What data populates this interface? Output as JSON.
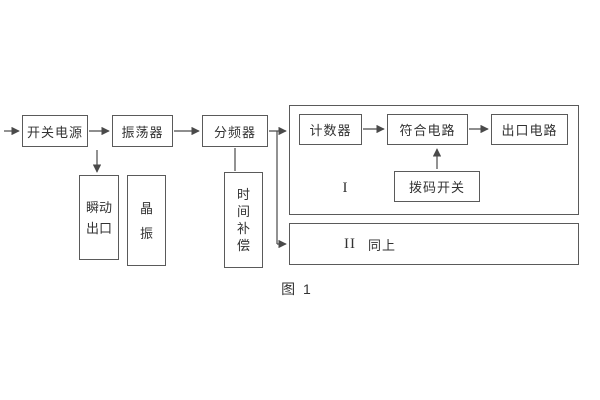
{
  "diagram": {
    "caption": "图 1",
    "blocks": {
      "power": "开关电源",
      "oscillator": "振荡器",
      "divider": "分频器",
      "counter": "计数器",
      "coincidence": "符合电路",
      "outlet": "出口电路",
      "dip": "拨码开关",
      "group1": "I",
      "group2_numeral": "II",
      "group2_text": "同上",
      "instant": [
        "瞬动",
        "出口"
      ],
      "crystal": [
        "晶",
        "振"
      ],
      "timecomp": [
        "时",
        "间",
        "补",
        "偿"
      ]
    },
    "colors": {
      "line": "#4a4a4a",
      "box_border": "#5a5a5a",
      "text": "#333333",
      "background": "#ffffff"
    }
  }
}
